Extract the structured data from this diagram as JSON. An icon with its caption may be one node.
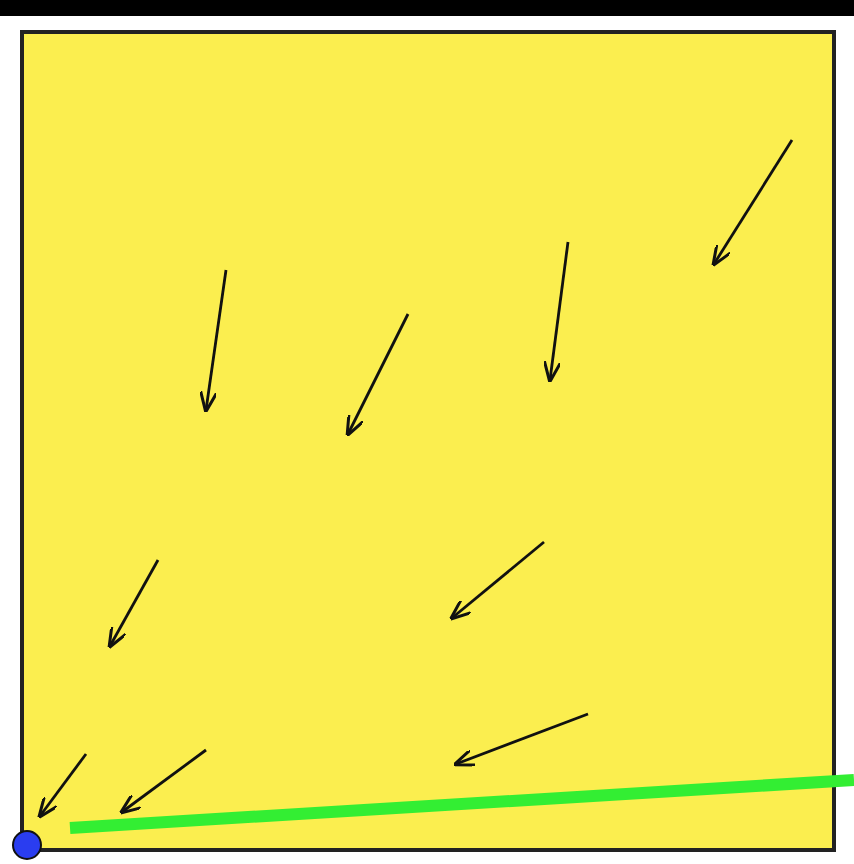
{
  "diagram": {
    "nodes": [
      {
        "text": [],
        "shape": "box"
      },
      {
        "text": [],
        "shape": "circle"
      }
    ],
    "edges": [
      {
        "from": 0,
        "to": 1,
        "arrow": "to"
      }
    ]
  }
}
